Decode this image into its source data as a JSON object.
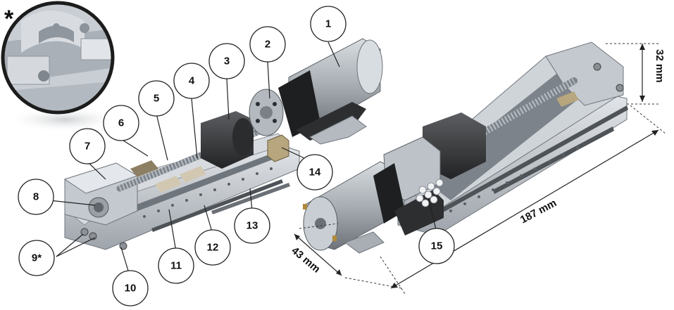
{
  "star_mark": "*",
  "callouts": [
    {
      "id": "c1",
      "label": "1"
    },
    {
      "id": "c2",
      "label": "2"
    },
    {
      "id": "c3",
      "label": "3"
    },
    {
      "id": "c4",
      "label": "4"
    },
    {
      "id": "c5",
      "label": "5"
    },
    {
      "id": "c6",
      "label": "6"
    },
    {
      "id": "c7",
      "label": "7"
    },
    {
      "id": "c8",
      "label": "8"
    },
    {
      "id": "c9",
      "label": "9*"
    },
    {
      "id": "c10",
      "label": "10"
    },
    {
      "id": "c11",
      "label": "11"
    },
    {
      "id": "c12",
      "label": "12"
    },
    {
      "id": "c13",
      "label": "13"
    },
    {
      "id": "c14",
      "label": "14"
    },
    {
      "id": "c15",
      "label": "15"
    }
  ],
  "dimensions": {
    "length": "187 mm",
    "width": "43 mm",
    "height": "32 mm"
  },
  "colors": {
    "frame": "#c8ccd2",
    "frame_dark": "#8e949b",
    "motor": "#9aa1a8",
    "dark_part": "#3a3b3d",
    "black": "#1b1b1c",
    "accent": "#b08a3a"
  }
}
